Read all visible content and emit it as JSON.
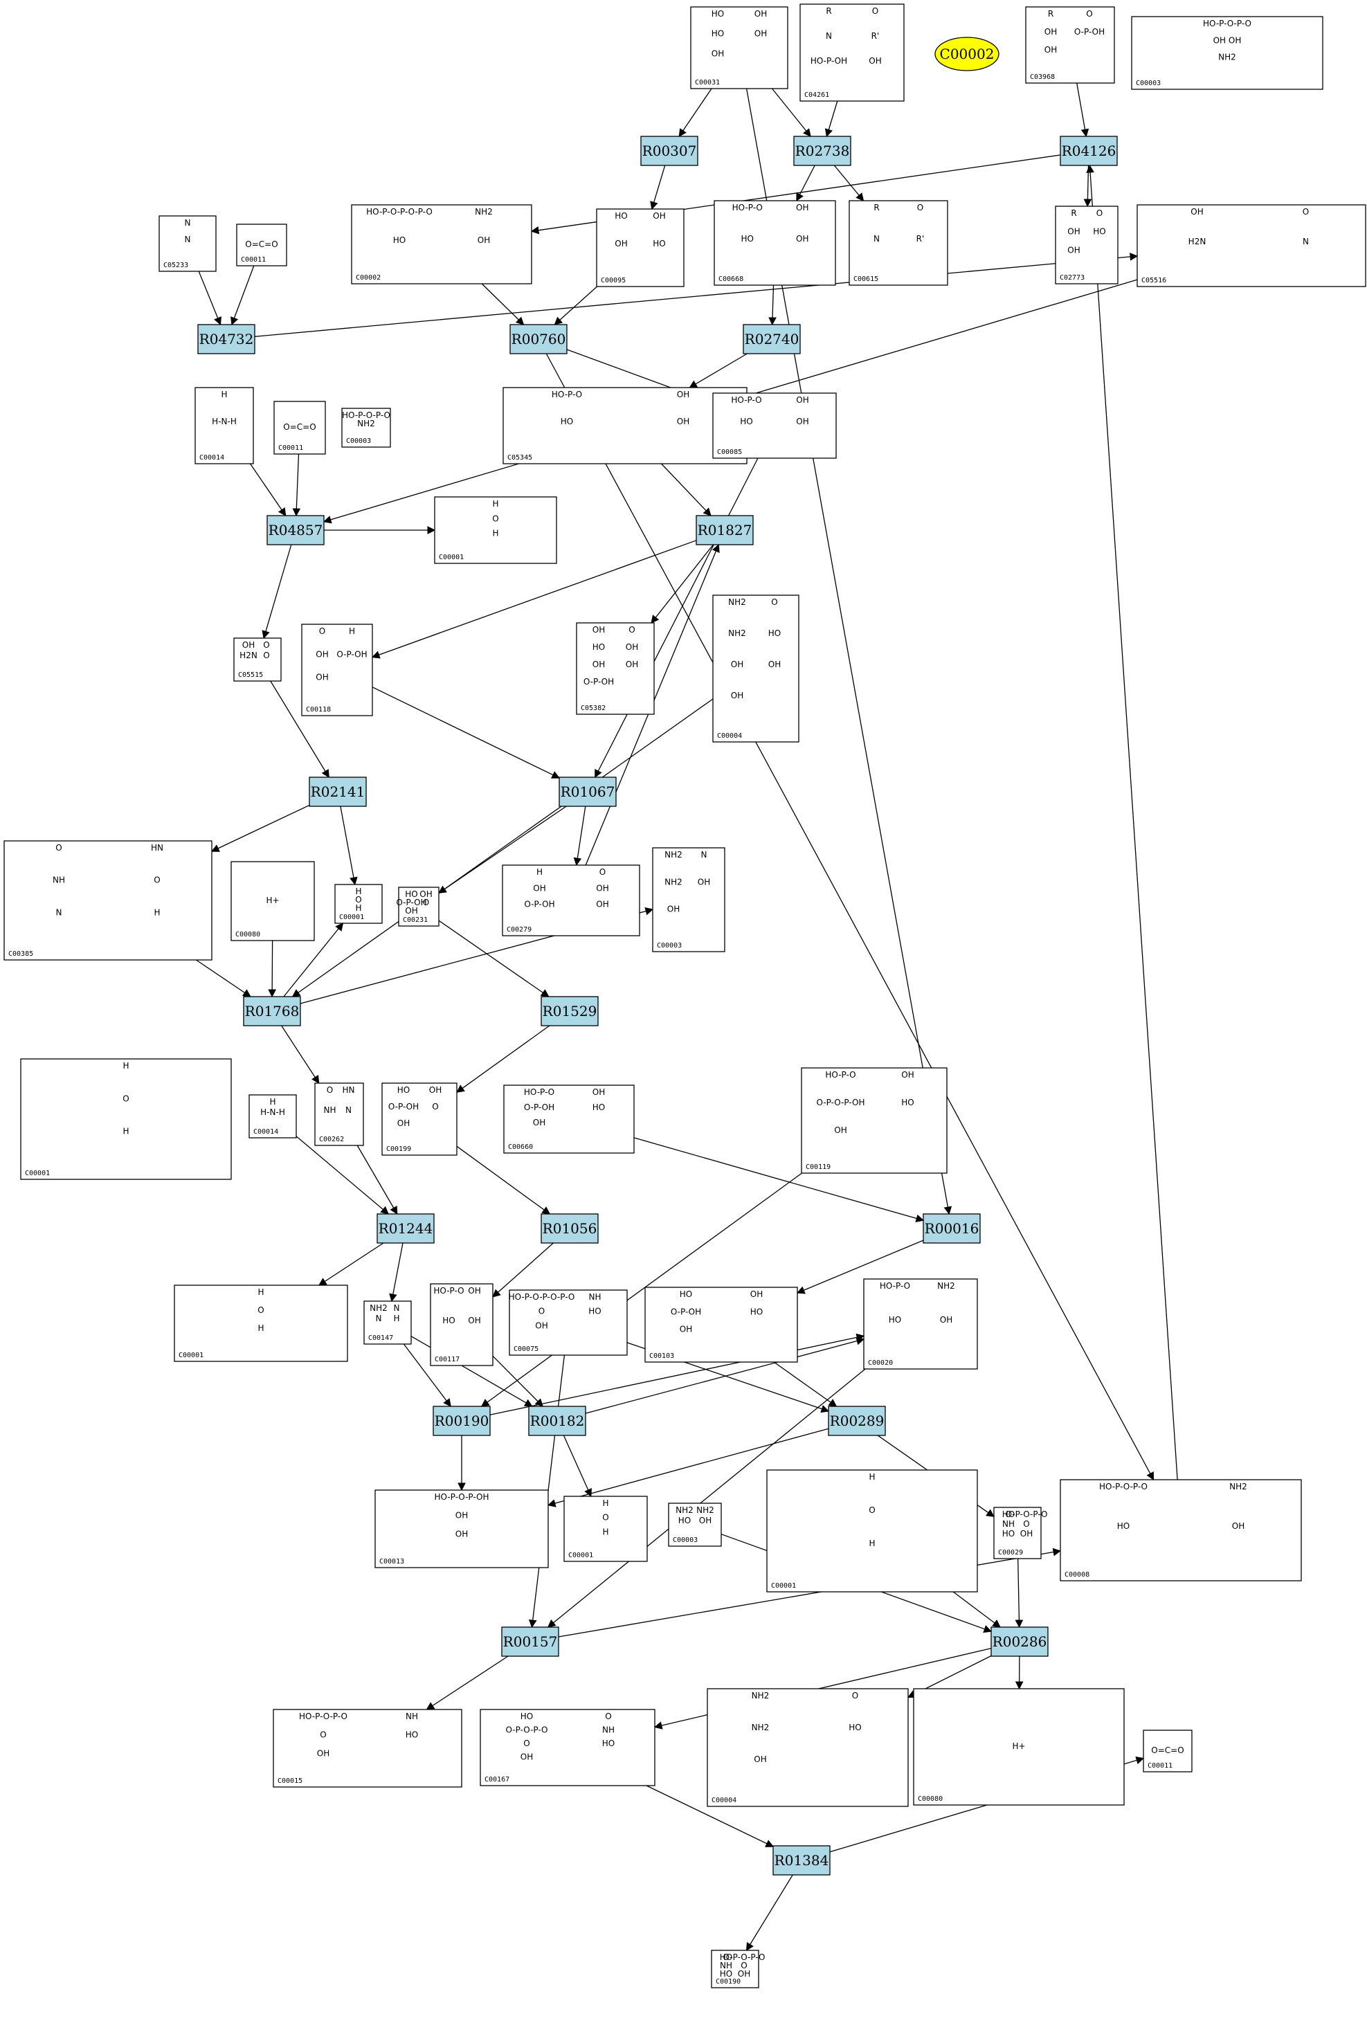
{
  "colors": {
    "reaction_fill": "#add8e6",
    "highlight_fill": "#ffff00",
    "stroke": "#000000",
    "background": "#ffffff"
  },
  "highlight": "C00002",
  "reactions": [
    {
      "id": "R00307"
    },
    {
      "id": "R02738"
    },
    {
      "id": "R04126"
    },
    {
      "id": "R04732"
    },
    {
      "id": "R00760"
    },
    {
      "id": "R02740"
    },
    {
      "id": "R04857"
    },
    {
      "id": "R01827"
    },
    {
      "id": "R02141"
    },
    {
      "id": "R01067"
    },
    {
      "id": "R01768"
    },
    {
      "id": "R01529"
    },
    {
      "id": "R01244"
    },
    {
      "id": "R01056"
    },
    {
      "id": "R00016"
    },
    {
      "id": "R00190"
    },
    {
      "id": "R00182"
    },
    {
      "id": "R00289"
    },
    {
      "id": "R00157"
    },
    {
      "id": "R00286"
    },
    {
      "id": "R01384"
    }
  ],
  "compounds": [
    {
      "id": "C00031",
      "text": [
        "HO",
        "OH",
        "HO",
        "OH",
        "OH"
      ]
    },
    {
      "id": "C04261",
      "text": [
        "R",
        "O",
        "N",
        "R'",
        "HO-P-OH",
        "OH"
      ]
    },
    {
      "id": "C03968",
      "text": [
        "R",
        "O",
        "OH",
        "O-P-OH",
        "OH"
      ]
    },
    {
      "id": "C00003",
      "text": [
        "HO-P-O-P-O",
        "OH OH",
        "NH2"
      ]
    },
    {
      "id": "C05233",
      "text": [
        "N",
        "N"
      ]
    },
    {
      "id": "C00011",
      "text": [
        "O=C=O"
      ]
    },
    {
      "id": "C00002",
      "text": [
        "HO-P-O-P-O-P-O",
        "NH2",
        "HO",
        "OH"
      ]
    },
    {
      "id": "C00095",
      "text": [
        "HO",
        "OH",
        "OH",
        "HO"
      ]
    },
    {
      "id": "C00668",
      "text": [
        "HO-P-O",
        "OH",
        "HO",
        "OH"
      ]
    },
    {
      "id": "C00615",
      "text": [
        "R",
        "O",
        "N",
        "R'"
      ]
    },
    {
      "id": "C02773",
      "text": [
        "R",
        "O",
        "OH",
        "HO",
        "OH"
      ]
    },
    {
      "id": "C05516",
      "text": [
        "OH",
        "O",
        "H2N",
        "N"
      ]
    },
    {
      "id": "C00014",
      "text": [
        "H",
        "H-N-H"
      ]
    },
    {
      "id": "C00011",
      "text": [
        "O=C=O"
      ]
    },
    {
      "id": "C00003",
      "text": [
        "HO-P-O-P-O",
        "NH2"
      ]
    },
    {
      "id": "C05345",
      "text": [
        "HO-P-O",
        "OH",
        "HO",
        "OH"
      ]
    },
    {
      "id": "C00085",
      "text": [
        "HO-P-O",
        "OH",
        "HO",
        "OH"
      ]
    },
    {
      "id": "C00001",
      "text": [
        "H",
        "O",
        "H"
      ]
    },
    {
      "id": "C05515",
      "text": [
        "OH",
        "O",
        "H2N",
        "O"
      ]
    },
    {
      "id": "C00118",
      "text": [
        "O",
        "H",
        "OH",
        "O-P-OH",
        "OH"
      ]
    },
    {
      "id": "C05382",
      "text": [
        "OH",
        "O",
        "HO",
        "OH",
        "OH",
        "OH",
        "O-P-OH"
      ]
    },
    {
      "id": "C00004",
      "text": [
        "NH2",
        "O",
        "NH2",
        "HO",
        "OH",
        "OH",
        "OH"
      ]
    },
    {
      "id": "C00385",
      "text": [
        "O",
        "HN",
        "NH",
        "O",
        "N",
        "H"
      ]
    },
    {
      "id": "C00080",
      "text": [
        "H+"
      ]
    },
    {
      "id": "C00001",
      "text": [
        "H",
        "O",
        "H"
      ]
    },
    {
      "id": "C00231",
      "text": [
        "HO",
        "OH",
        "O-P-OH",
        "O",
        "OH"
      ]
    },
    {
      "id": "C00279",
      "text": [
        "H",
        "O",
        "OH",
        "OH",
        "O-P-OH",
        "OH"
      ]
    },
    {
      "id": "C00003",
      "text": [
        "NH2",
        "N",
        "NH2",
        "OH",
        "OH"
      ]
    },
    {
      "id": "C00001",
      "text": [
        "H",
        "O",
        "H"
      ]
    },
    {
      "id": "C00014",
      "text": [
        "H",
        "H-N-H"
      ]
    },
    {
      "id": "C00262",
      "text": [
        "O",
        "HN",
        "NH",
        "N"
      ]
    },
    {
      "id": "C00199",
      "text": [
        "HO",
        "OH",
        "O-P-OH",
        "O",
        "OH"
      ]
    },
    {
      "id": "C00660",
      "text": [
        "HO-P-O",
        "OH",
        "O-P-OH",
        "HO",
        "OH"
      ]
    },
    {
      "id": "C00119",
      "text": [
        "HO-P-O",
        "OH",
        "O-P-O-P-OH",
        "HO",
        "OH"
      ]
    },
    {
      "id": "C00001",
      "text": [
        "H",
        "O",
        "H"
      ]
    },
    {
      "id": "C00147",
      "text": [
        "NH2",
        "N",
        "N",
        "H"
      ]
    },
    {
      "id": "C00117",
      "text": [
        "HO-P-O",
        "OH",
        "HO",
        "OH"
      ]
    },
    {
      "id": "C00075",
      "text": [
        "HO-P-O-P-O-P-O",
        "NH",
        "O",
        "HO",
        "OH"
      ]
    },
    {
      "id": "C00103",
      "text": [
        "HO",
        "OH",
        "O-P-OH",
        "HO",
        "OH"
      ]
    },
    {
      "id": "C00020",
      "text": [
        "HO-P-O",
        "NH2",
        "HO",
        "OH"
      ]
    },
    {
      "id": "C00013",
      "text": [
        "HO-P-O-P-OH",
        "OH",
        "OH"
      ]
    },
    {
      "id": "C00001",
      "text": [
        "H",
        "O",
        "H"
      ]
    },
    {
      "id": "C00003",
      "text": [
        "NH2",
        "NH2",
        "HO",
        "OH"
      ]
    },
    {
      "id": "C00001",
      "text": [
        "H",
        "O",
        "H"
      ]
    },
    {
      "id": "C00029",
      "text": [
        "HO",
        "O-P-O-P-O",
        "NH",
        "O",
        "HO",
        "OH"
      ]
    },
    {
      "id": "C00008",
      "text": [
        "HO-P-O-P-O",
        "NH2",
        "HO",
        "OH"
      ]
    },
    {
      "id": "C00015",
      "text": [
        "HO-P-O-P-O",
        "NH",
        "O",
        "HO",
        "OH"
      ]
    },
    {
      "id": "C00167",
      "text": [
        "HO",
        "O",
        "O-P-O-P-O",
        "NH",
        "O",
        "HO",
        "OH"
      ]
    },
    {
      "id": "C00004",
      "text": [
        "NH2",
        "O",
        "NH2",
        "HO",
        "OH"
      ]
    },
    {
      "id": "C00080",
      "text": [
        "H+"
      ]
    },
    {
      "id": "C00011",
      "text": [
        "O=C=O"
      ]
    },
    {
      "id": "C00190",
      "text": [
        "HO",
        "O-P-O-P-O",
        "NH",
        "O",
        "HO",
        "OH"
      ]
    }
  ]
}
